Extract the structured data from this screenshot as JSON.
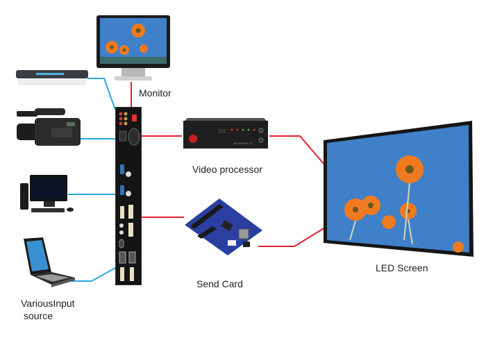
{
  "title": "LED display system connection diagram",
  "colors": {
    "input_link": "#29a8e0",
    "output_link": "#e0202a",
    "device_dark": "#1a1a1a",
    "screen_sky": "#3f80c8",
    "card_blue": "#2a3fa0"
  },
  "nodes": {
    "monitor": {
      "label": "Monitor",
      "icon": "monitor-icon"
    },
    "video_processor": {
      "label": "Video processor",
      "icon": "video-processor-icon",
      "panel_text": "LED DISPLAY TX"
    },
    "send_card": {
      "label": "Send Card",
      "icon": "send-card-icon"
    },
    "led_screen": {
      "label": "LED Screen",
      "icon": "led-screen-icon"
    },
    "switcher": {
      "icon": "video-switcher-icon"
    },
    "inputs": {
      "label_line1": "VariousInput",
      "label_line2": "source",
      "devices": [
        {
          "name": "dvd-player",
          "icon": "dvd-player-icon"
        },
        {
          "name": "camcorder",
          "icon": "camcorder-icon"
        },
        {
          "name": "desktop-pc",
          "icon": "desktop-pc-icon"
        },
        {
          "name": "laptop",
          "icon": "laptop-icon"
        }
      ]
    }
  },
  "connections": [
    {
      "from": "dvd-player",
      "to": "switcher",
      "type": "input"
    },
    {
      "from": "camcorder",
      "to": "switcher",
      "type": "input"
    },
    {
      "from": "desktop-pc",
      "to": "switcher",
      "type": "input"
    },
    {
      "from": "laptop",
      "to": "switcher",
      "type": "input"
    },
    {
      "from": "switcher",
      "to": "monitor",
      "type": "output"
    },
    {
      "from": "switcher",
      "to": "video_processor",
      "type": "output"
    },
    {
      "from": "switcher",
      "to": "send_card",
      "type": "output"
    },
    {
      "from": "video_processor",
      "to": "led_screen",
      "type": "output"
    },
    {
      "from": "send_card",
      "to": "led_screen",
      "type": "output"
    }
  ]
}
